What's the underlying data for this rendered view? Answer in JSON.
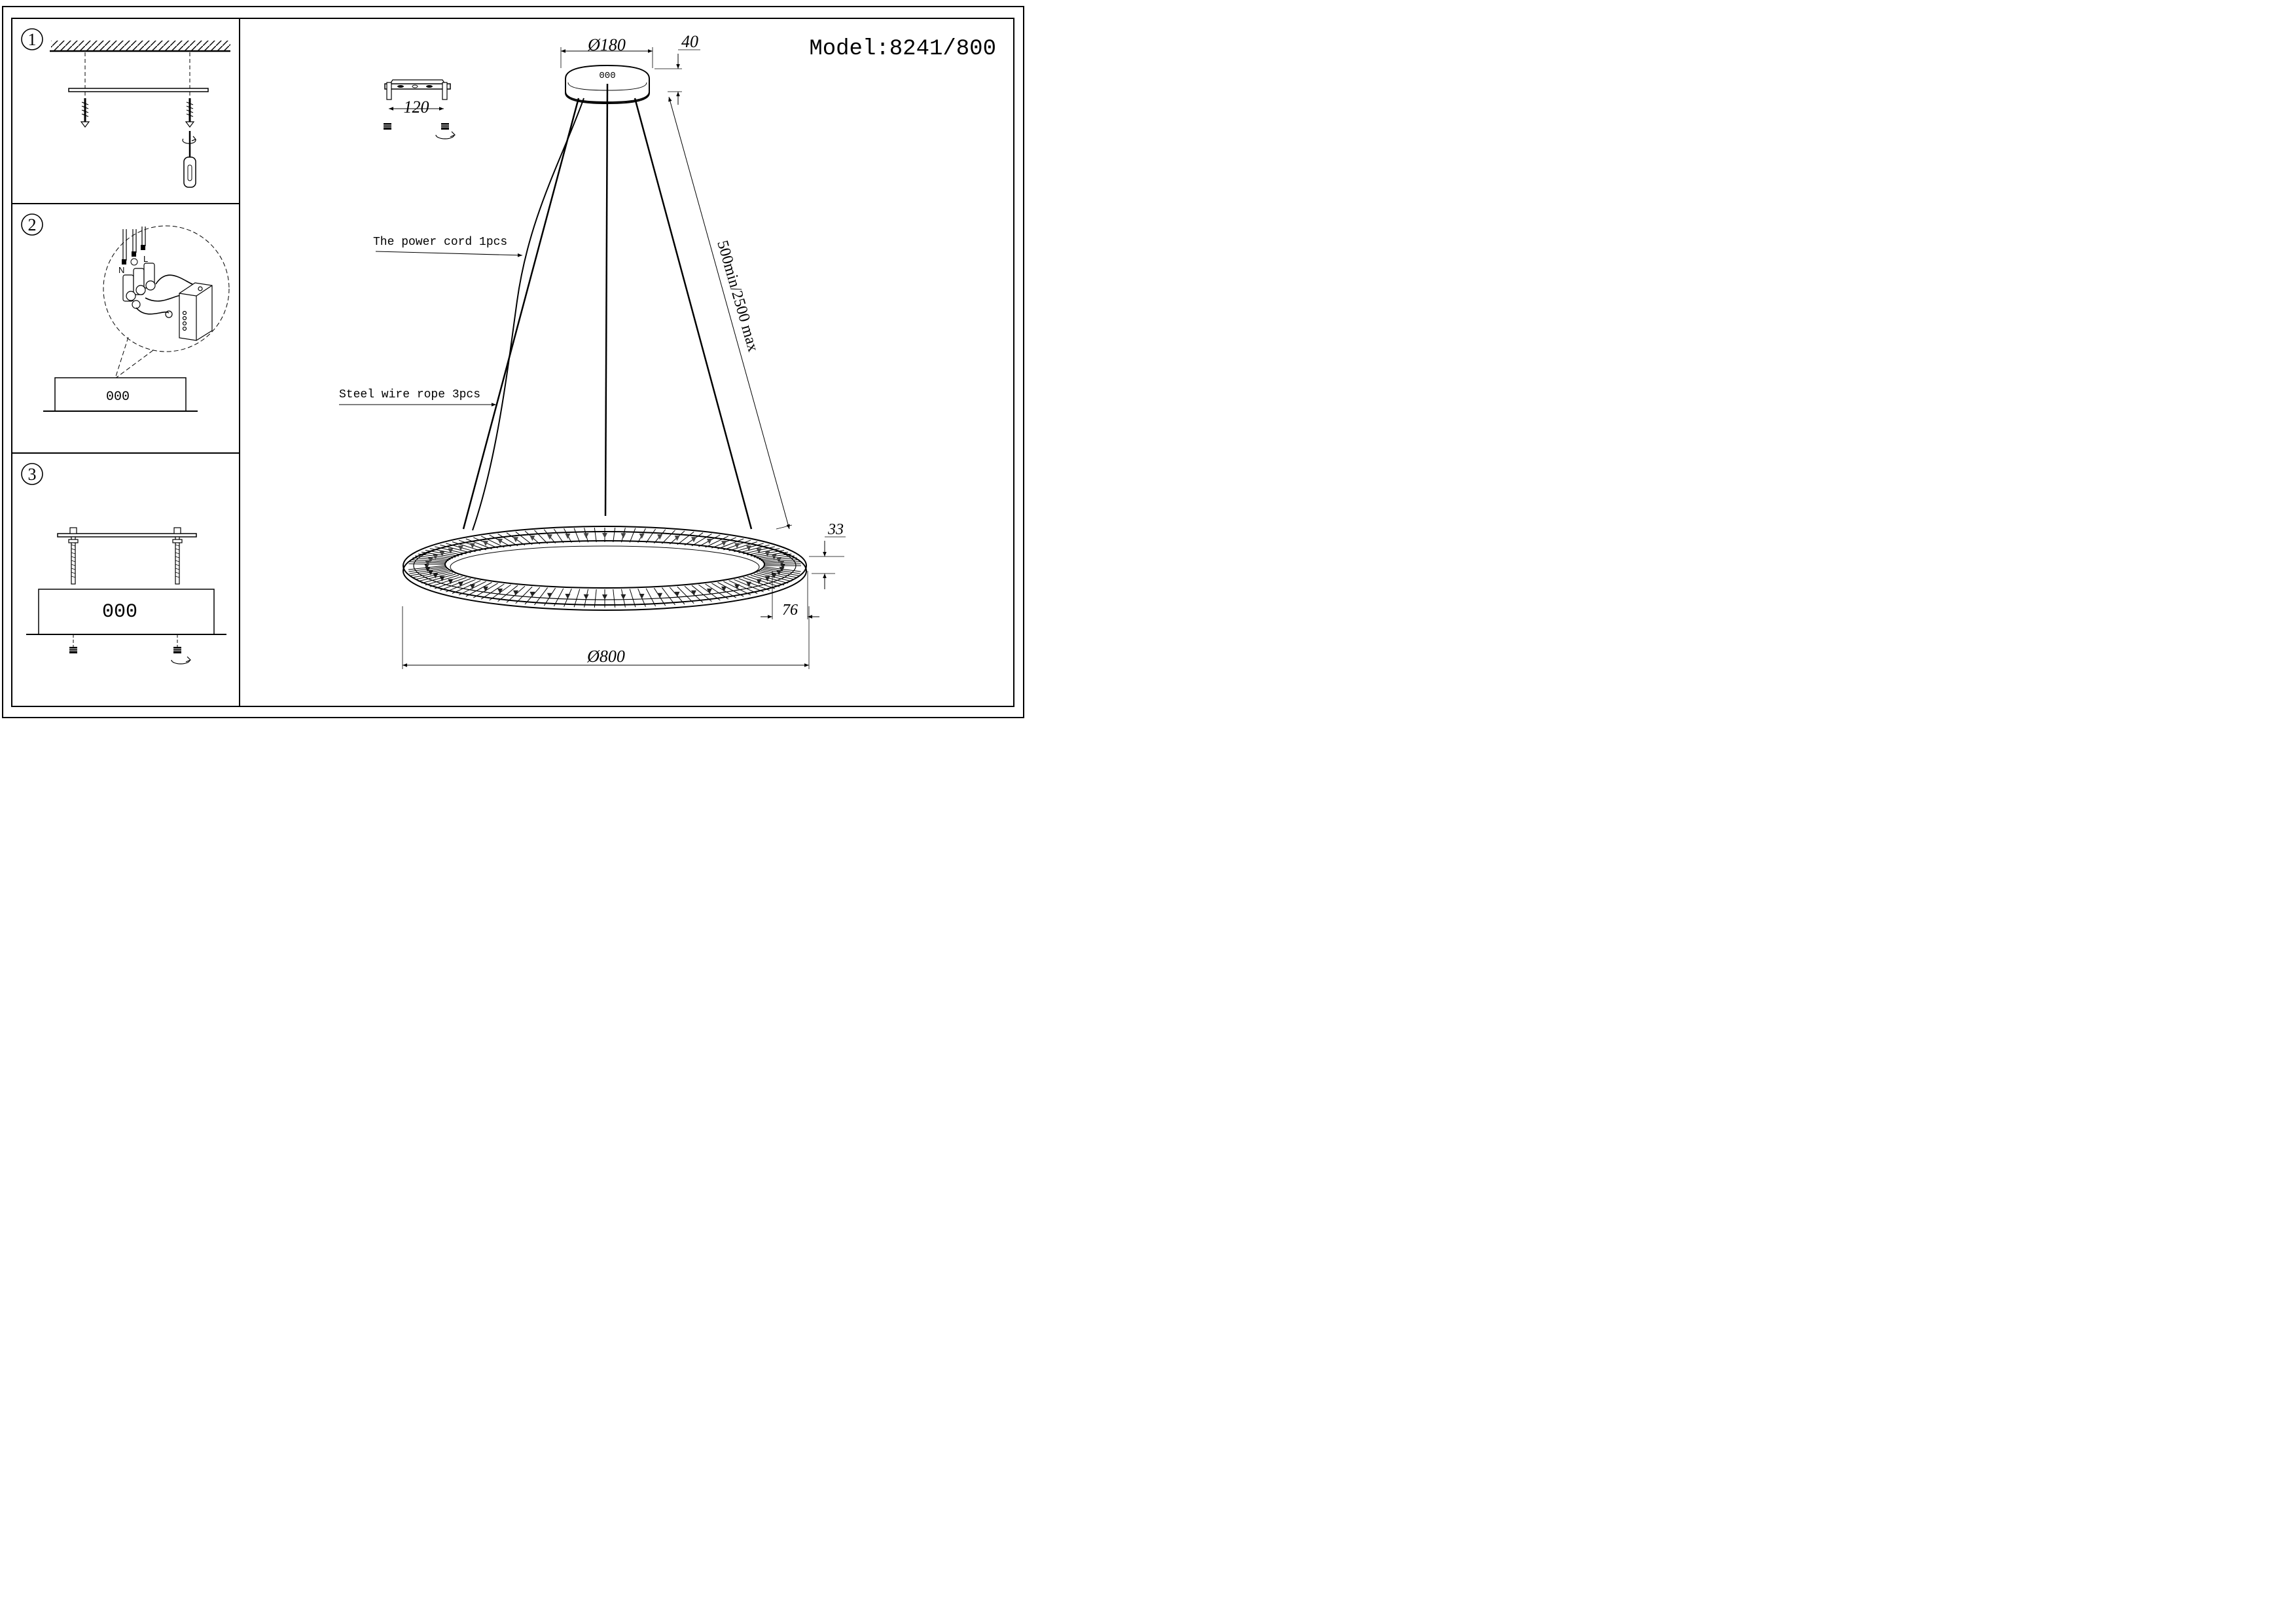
{
  "steps": [
    {
      "number": "1"
    },
    {
      "number": "2",
      "wire_labels": {
        "neutral": "N",
        "live": "L"
      },
      "canopy_mark": "000"
    },
    {
      "number": "3",
      "canopy_mark": "000"
    }
  ],
  "main": {
    "model": "Model:8241/800",
    "bracket_width": "120",
    "canopy_diameter": "Ø180",
    "canopy_height": "40",
    "canopy_mark": "000",
    "suspension_length": "500min/2500 max",
    "ring_height": "33",
    "ring_width": "76",
    "ring_diameter": "Ø800",
    "power_cord_label": "The power cord  1pcs",
    "wire_rope_label": "Steel wire rope  3pcs"
  }
}
